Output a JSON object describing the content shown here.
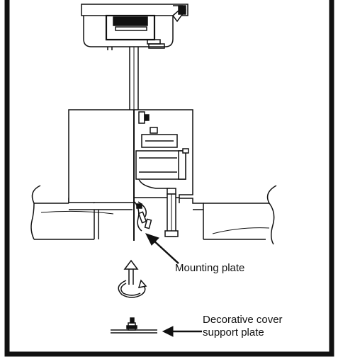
{
  "callouts": {
    "mounting_plate": "Mounting plate",
    "decorative_cover_line1": "Decorative cover",
    "decorative_cover_line2": "support plate"
  },
  "colors": {
    "line": "#111111",
    "background": "#ffffff"
  }
}
